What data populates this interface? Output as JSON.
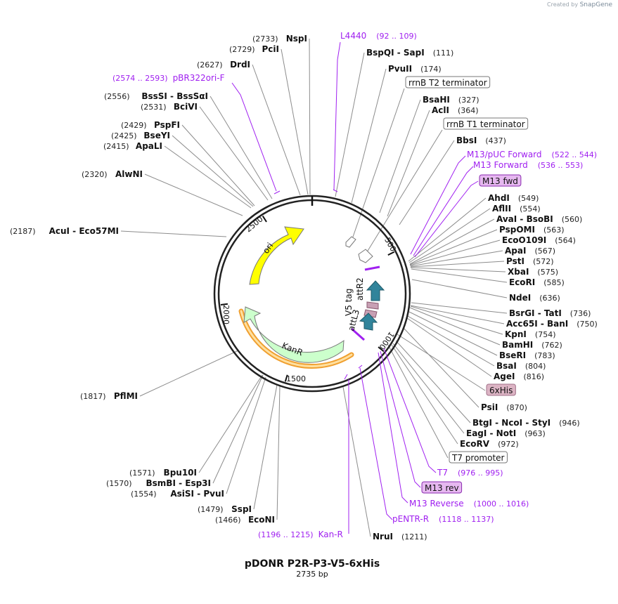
{
  "brand": {
    "created_by": "Created by",
    "name": "SnapGene"
  },
  "plasmid": {
    "name": "pDONR P2R-P3-V5-6xHis",
    "length_label": "2735 bp"
  },
  "ticks": [
    "500",
    "1000",
    "1500",
    "2000",
    "2500"
  ],
  "features": {
    "ori": "ori",
    "kanr": "KanR",
    "attr2": "attR2",
    "v5": "V5 tag",
    "attl3": "attL3"
  },
  "enzymes": [
    {
      "name": "NspI",
      "pos": "(2733)"
    },
    {
      "name": "PciI",
      "pos": "(2729)"
    },
    {
      "name": "DrdI",
      "pos": "(2627)"
    },
    {
      "name": "BssSI",
      "alt": "BssSαI",
      "pos": "(2556)"
    },
    {
      "name": "BciVI",
      "pos": "(2531)"
    },
    {
      "name": "PspFI",
      "pos": "(2429)"
    },
    {
      "name": "BseYI",
      "pos": "(2425)"
    },
    {
      "name": "ApaLI",
      "pos": "(2415)"
    },
    {
      "name": "AlwNI",
      "pos": "(2320)"
    },
    {
      "name": "AcuI",
      "alt": "Eco57MI",
      "pos": "(2187)"
    },
    {
      "name": "PflMI",
      "pos": "(1817)"
    },
    {
      "name": "Bpu10I",
      "pos": "(1571)"
    },
    {
      "name": "BsmBI",
      "alt": "Esp3I",
      "pos": "(1570)"
    },
    {
      "name": "AsiSI",
      "alt": "PvuI",
      "pos": "(1554)"
    },
    {
      "name": "SspI",
      "pos": "(1479)"
    },
    {
      "name": "EcoNI",
      "pos": "(1466)"
    },
    {
      "name": "BspQI",
      "alt": "SapI",
      "pos": "(111)"
    },
    {
      "name": "PvuII",
      "pos": "(174)"
    },
    {
      "name": "BsaHI",
      "pos": "(327)"
    },
    {
      "name": "AclI",
      "pos": "(364)"
    },
    {
      "name": "BbsI",
      "pos": "(437)"
    },
    {
      "name": "AhdI",
      "pos": "(549)"
    },
    {
      "name": "AflII",
      "pos": "(554)"
    },
    {
      "name": "AvaI",
      "alt": "BsoBI",
      "pos": "(560)"
    },
    {
      "name": "PspOMI",
      "pos": "(563)"
    },
    {
      "name": "EcoO109I",
      "pos": "(564)"
    },
    {
      "name": "ApaI",
      "pos": "(567)"
    },
    {
      "name": "PstI",
      "pos": "(572)"
    },
    {
      "name": "XbaI",
      "pos": "(575)"
    },
    {
      "name": "EcoRI",
      "pos": "(585)"
    },
    {
      "name": "NdeI",
      "pos": "(636)"
    },
    {
      "name": "BsrGI",
      "alt": "TatI",
      "pos": "(736)"
    },
    {
      "name": "Acc65I",
      "alt": "BanI",
      "pos": "(750)"
    },
    {
      "name": "KpnI",
      "pos": "(754)"
    },
    {
      "name": "BamHI",
      "pos": "(762)"
    },
    {
      "name": "BseRI",
      "pos": "(783)"
    },
    {
      "name": "BsaI",
      "pos": "(804)"
    },
    {
      "name": "AgeI",
      "pos": "(816)"
    },
    {
      "name": "PsiI",
      "pos": "(870)"
    },
    {
      "name": "BtgI",
      "alt": "NcoI",
      "alt2": "StyI",
      "pos": "(946)"
    },
    {
      "name": "EagI",
      "alt": "NotI",
      "pos": "(963)"
    },
    {
      "name": "EcoRV",
      "pos": "(972)"
    },
    {
      "name": "NruI",
      "pos": "(1211)"
    }
  ],
  "primers": [
    {
      "name": "L4440",
      "pos": "(92 .. 109)"
    },
    {
      "name": "pBR322ori-F",
      "pos": "(2574 .. 2593)"
    },
    {
      "name": "M13/pUC Forward",
      "pos": "(522 .. 544)"
    },
    {
      "name": "M13 Forward",
      "pos": "(536 .. 553)"
    },
    {
      "name": "T7",
      "pos": "(976 .. 995)"
    },
    {
      "name": "M13 Reverse",
      "pos": "(1000 .. 1016)"
    },
    {
      "name": "pENTR-R",
      "pos": "(1118 .. 1137)"
    },
    {
      "name": "Kan-R",
      "pos": "(1196 .. 1215)"
    }
  ],
  "boxed": {
    "rrnb_t2": "rrnB T2 terminator",
    "rrnb_t1": "rrnB T1 terminator",
    "m13_fwd": "M13 fwd",
    "sixhis": "6xHis",
    "t7_promoter": "T7 promoter",
    "m13_rev": "M13 rev"
  },
  "colors": {
    "ori": "#ffff00",
    "kanr": "#ccffcc",
    "att": "#31849b",
    "v5": "#c8a0b4",
    "primer": "#a020f0",
    "kan_promoter": "#f0a030"
  }
}
